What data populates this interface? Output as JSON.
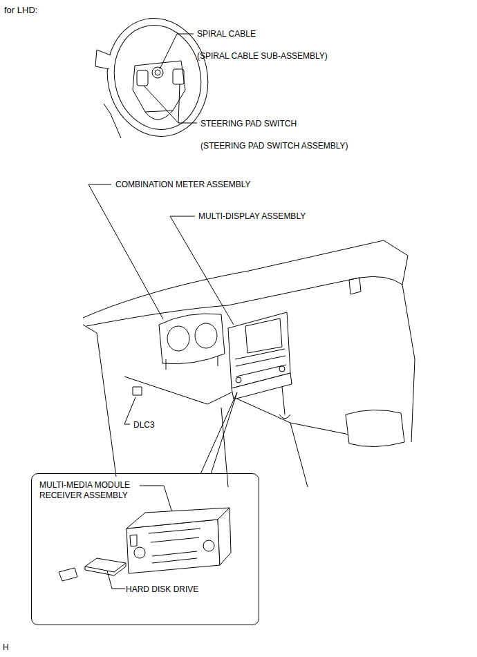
{
  "diagram": {
    "title": "for LHD:",
    "nodes": [
      {
        "text": [
          "MULTI-MEDIA MODULE RECEIVER ASSEMBLY",
          "HARD DISK DRIVE"
        ]
      }
    ],
    "labels": [
      "SPIRAL CABLE",
      "(SPIRAL CABLE SUB-ASSEMBLY)",
      "STEERING PAD SWITCH",
      "(STEERING PAD SWITCH ASSEMBLY)",
      "COMBINATION METER ASSEMBLY",
      "MULTI-DISPLAY ASSEMBLY",
      "DLC3",
      "H"
    ]
  }
}
